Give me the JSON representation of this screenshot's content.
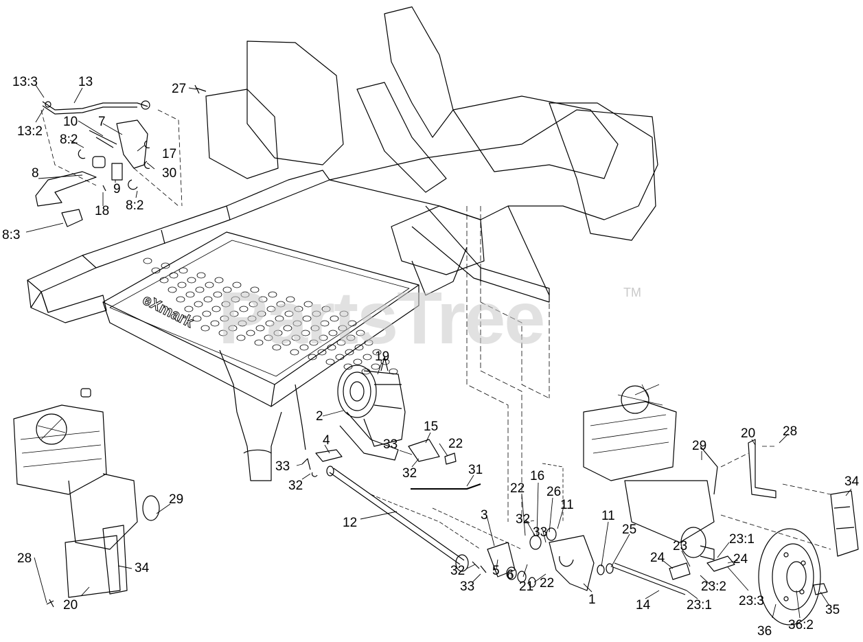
{
  "watermark": {
    "text": "PartsTree",
    "trademark": "TM"
  },
  "logo_text": "eXmark",
  "labels": [
    {
      "id": "13:3",
      "text": "13:3"
    },
    {
      "id": "13",
      "text": "13"
    },
    {
      "id": "13:2",
      "text": "13:2"
    },
    {
      "id": "10",
      "text": "10"
    },
    {
      "id": "7",
      "text": "7"
    },
    {
      "id": "8:2a",
      "text": "8:2"
    },
    {
      "id": "17",
      "text": "17"
    },
    {
      "id": "30",
      "text": "30"
    },
    {
      "id": "8",
      "text": "8"
    },
    {
      "id": "9",
      "text": "9"
    },
    {
      "id": "8:2b",
      "text": "8:2"
    },
    {
      "id": "18",
      "text": "18"
    },
    {
      "id": "8:3",
      "text": "8:3"
    },
    {
      "id": "27",
      "text": "27"
    },
    {
      "id": "19",
      "text": "19"
    },
    {
      "id": "2",
      "text": "2"
    },
    {
      "id": "15",
      "text": "15"
    },
    {
      "id": "4",
      "text": "4"
    },
    {
      "id": "33a",
      "text": "33"
    },
    {
      "id": "22a",
      "text": "22"
    },
    {
      "id": "33b",
      "text": "33"
    },
    {
      "id": "32a",
      "text": "32"
    },
    {
      "id": "32b",
      "text": "32"
    },
    {
      "id": "31",
      "text": "31"
    },
    {
      "id": "29a",
      "text": "29"
    },
    {
      "id": "12",
      "text": "12"
    },
    {
      "id": "28a",
      "text": "28"
    },
    {
      "id": "34a",
      "text": "34"
    },
    {
      "id": "20a",
      "text": "20"
    },
    {
      "id": "3",
      "text": "3"
    },
    {
      "id": "16",
      "text": "16"
    },
    {
      "id": "22b",
      "text": "22"
    },
    {
      "id": "26",
      "text": "26"
    },
    {
      "id": "11a",
      "text": "11"
    },
    {
      "id": "32c",
      "text": "32"
    },
    {
      "id": "33c",
      "text": "33"
    },
    {
      "id": "29b",
      "text": "29"
    },
    {
      "id": "20b",
      "text": "20"
    },
    {
      "id": "28b",
      "text": "28"
    },
    {
      "id": "34b",
      "text": "34"
    },
    {
      "id": "11b",
      "text": "11"
    },
    {
      "id": "25",
      "text": "25"
    },
    {
      "id": "23",
      "text": "23"
    },
    {
      "id": "23:1a",
      "text": "23:1"
    },
    {
      "id": "24a",
      "text": "24"
    },
    {
      "id": "24b",
      "text": "24"
    },
    {
      "id": "23:2",
      "text": "23:2"
    },
    {
      "id": "23:3",
      "text": "23:3"
    },
    {
      "id": "32d",
      "text": "32"
    },
    {
      "id": "33d",
      "text": "33"
    },
    {
      "id": "5",
      "text": "5"
    },
    {
      "id": "6",
      "text": "6"
    },
    {
      "id": "21",
      "text": "21"
    },
    {
      "id": "22c",
      "text": "22"
    },
    {
      "id": "1",
      "text": "1"
    },
    {
      "id": "14",
      "text": "14"
    },
    {
      "id": "23:1b",
      "text": "23:1"
    },
    {
      "id": "36",
      "text": "36"
    },
    {
      "id": "36:2",
      "text": "36:2"
    },
    {
      "id": "35",
      "text": "35"
    }
  ]
}
